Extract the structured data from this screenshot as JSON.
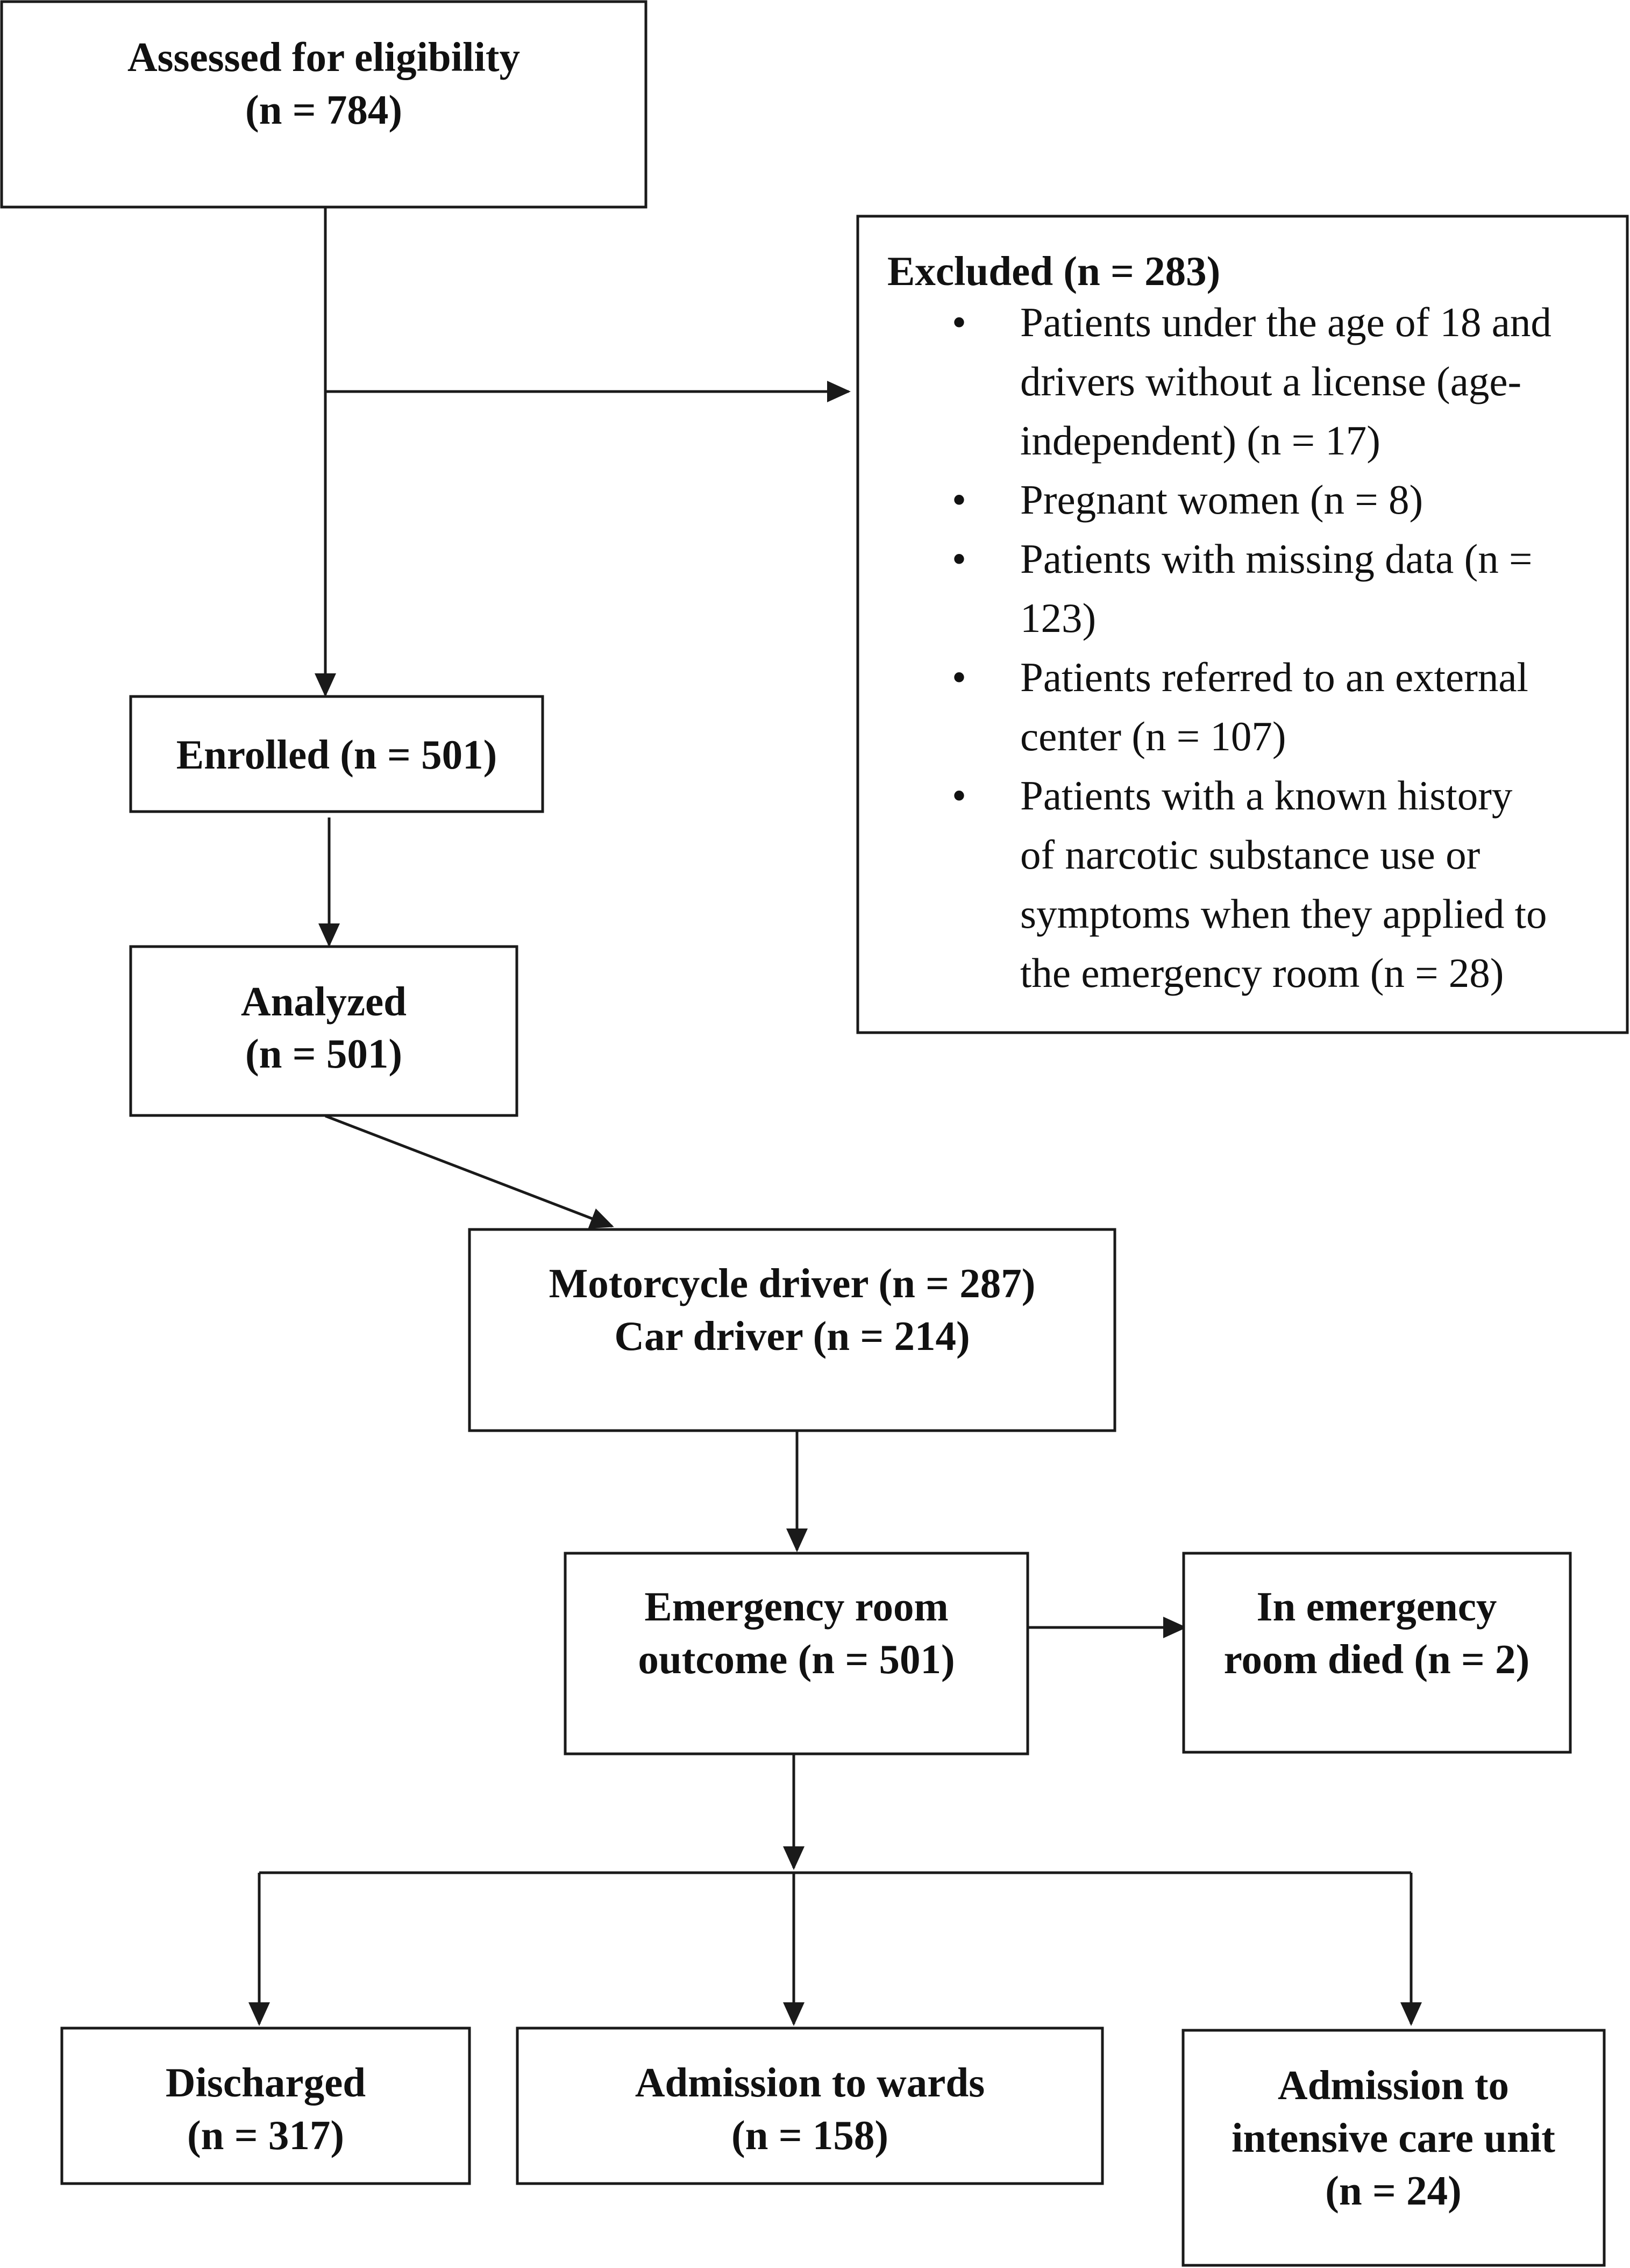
{
  "nodes": {
    "assessed": {
      "lines": [
        "Assessed for eligibility",
        "(n = 784)"
      ]
    },
    "excluded": {
      "title": "Excluded (n = 283)",
      "bullet": "•",
      "items": [
        {
          "lines": [
            "Patients under the age of 18 and",
            "drivers without a license (age-",
            "independent) (n = 17)"
          ]
        },
        {
          "lines": [
            "Pregnant women (n = 8)"
          ]
        },
        {
          "lines": [
            "Patients with missing data (n =",
            "123)"
          ]
        },
        {
          "lines": [
            "Patients referred to an external",
            "center (n = 107)"
          ]
        },
        {
          "lines": [
            "Patients with a known history",
            "of narcotic substance use or",
            "symptoms when they applied to",
            "the emergency room (n = 28)"
          ]
        }
      ]
    },
    "enrolled": {
      "lines": [
        "Enrolled (n = 501)"
      ]
    },
    "analyzed": {
      "lines": [
        "Analyzed",
        "(n = 501)"
      ]
    },
    "drivers": {
      "lines": [
        "Motorcycle driver (n = 287)",
        "Car driver (n = 214)"
      ]
    },
    "er_outcome": {
      "lines": [
        "Emergency room",
        "outcome (n = 501)"
      ]
    },
    "er_died": {
      "lines": [
        "In emergency",
        "room died (n = 2)"
      ]
    },
    "discharged": {
      "lines": [
        "Discharged",
        "(n = 317)"
      ]
    },
    "wards": {
      "lines": [
        "Admission to wards",
        "(n = 158)"
      ]
    },
    "icu": {
      "lines": [
        "Admission to",
        "intensive care unit",
        "(n = 24)"
      ]
    }
  }
}
